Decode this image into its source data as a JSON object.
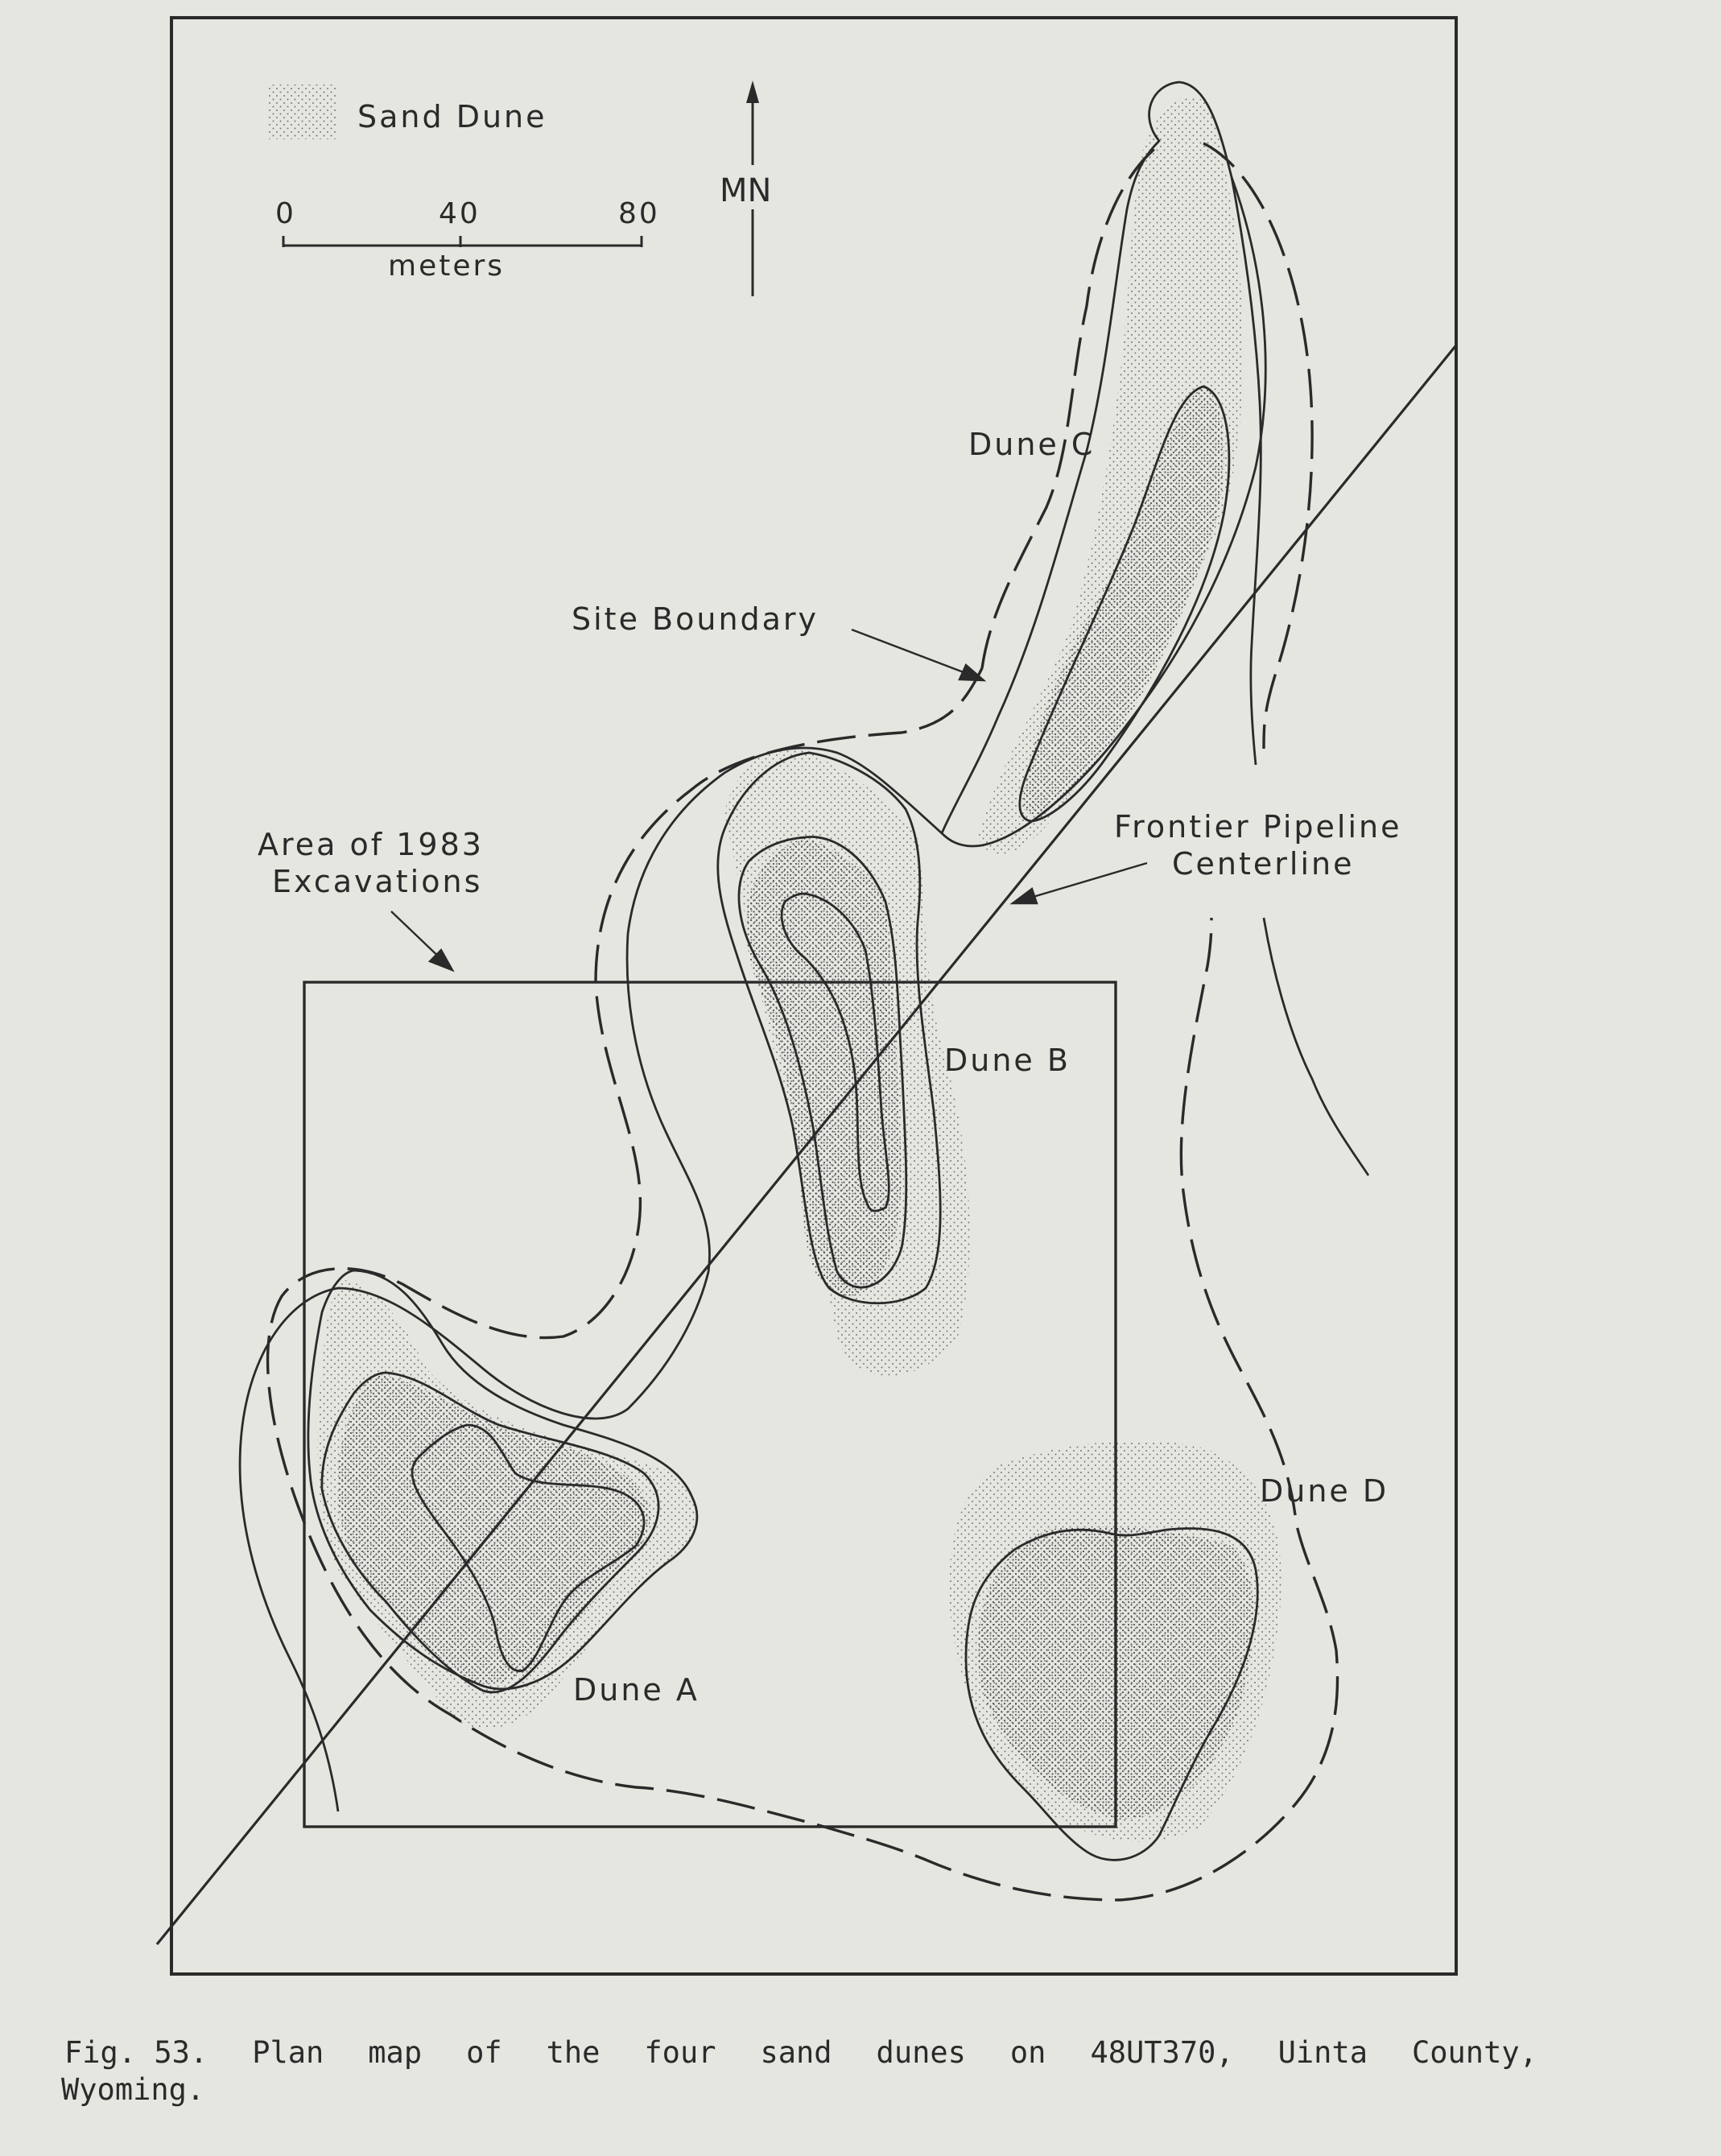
{
  "legend": {
    "symbol_label": "Sand Dune"
  },
  "scale_bar": {
    "ticks": [
      "0",
      "40",
      "80"
    ],
    "unit": "meters"
  },
  "north_arrow": {
    "label": "MN"
  },
  "labels": {
    "dune_a": "Dune A",
    "dune_b": "Dune B",
    "dune_c": "Dune C",
    "dune_d": "Dune D",
    "site_boundary": "Site Boundary",
    "excavation_line1": "Area of 1983",
    "excavation_line2": "Excavations",
    "pipeline_line1": "Frontier Pipeline",
    "pipeline_line2": "Centerline"
  },
  "caption": {
    "words": [
      "Fig. 53.",
      "Plan",
      "map",
      "of",
      "the",
      "four",
      "sand",
      "dunes",
      "on",
      "48UT370,",
      "Uinta",
      "County,"
    ],
    "line2": "Wyoming."
  },
  "colors": {
    "ink": "#2a2a2a",
    "paper": "#e6e6e1",
    "stipple": "#555555"
  }
}
